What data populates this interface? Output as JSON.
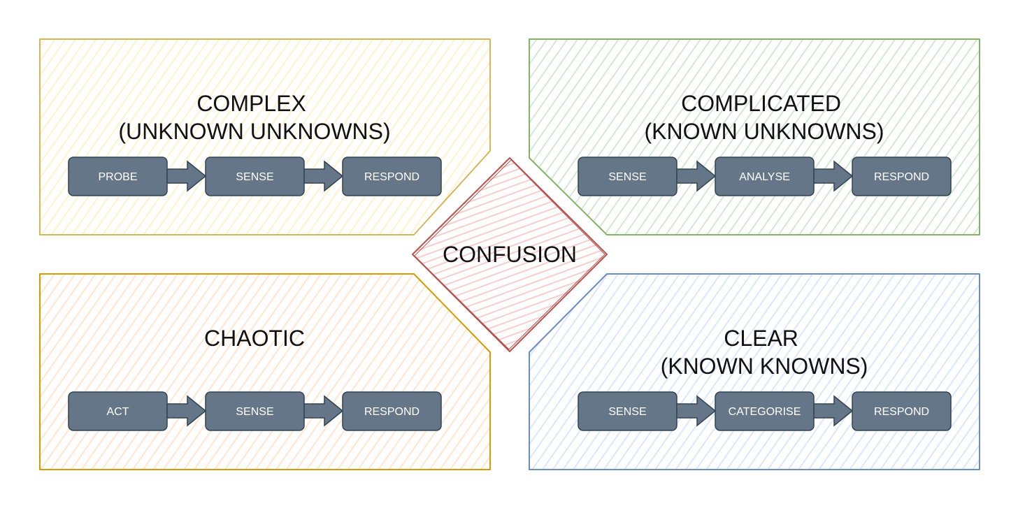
{
  "center": {
    "label": "CONFUSION",
    "stroke": "#b85450",
    "fill": "#f8cecc"
  },
  "quadrants": {
    "complex": {
      "title_lines": [
        "COMPLEX",
        "(UNKNOWN UNKNOWNS)"
      ],
      "steps": [
        "PROBE",
        "SENSE",
        "RESPOND"
      ],
      "stroke": "#d6b656",
      "fill": "#fff2cc"
    },
    "complicated": {
      "title_lines": [
        "COMPLICATED",
        "(KNOWN UNKNOWNS)"
      ],
      "steps": [
        "SENSE",
        "ANALYSE",
        "RESPOND"
      ],
      "stroke": "#82b366",
      "fill": "#d5e8d4"
    },
    "chaotic": {
      "title_lines": [
        "CHAOTIC"
      ],
      "steps": [
        "ACT",
        "SENSE",
        "RESPOND"
      ],
      "stroke": "#d79b00",
      "fill": "#ffe6cc"
    },
    "clear": {
      "title_lines": [
        "CLEAR",
        "(KNOWN KNOWNS)"
      ],
      "steps": [
        "SENSE",
        "CATEGORISE",
        "RESPOND"
      ],
      "stroke": "#6c8ebf",
      "fill": "#dae8fc"
    }
  },
  "step_style": {
    "fill": "#647687",
    "stroke": "#314354",
    "text": "#ffffff"
  }
}
